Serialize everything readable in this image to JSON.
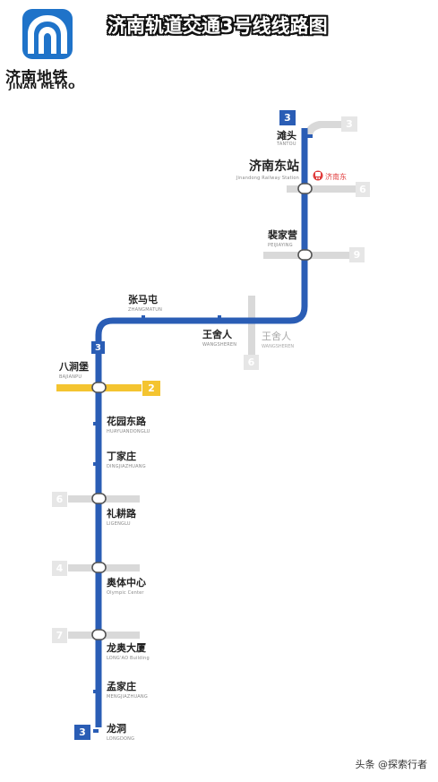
{
  "header": {
    "title": "济南轨道交通3号线线路图",
    "logo_cn": "济南地铁",
    "logo_en": "JINAN METRO"
  },
  "colors": {
    "line3": "#2a5db5",
    "line2": "#f4c430",
    "other_line": "#d9d9d9",
    "ghost_text": "#a9a9a9",
    "transfer_red": "#e03c3c"
  },
  "line3_badges": {
    "top": "3",
    "mid": "3",
    "bottom": "3"
  },
  "line2_badge": "2",
  "other_line_numbers": {
    "top": "3",
    "jinan_east": "6",
    "peijiaying": "9",
    "wangsheren": "6",
    "lijenglu": "6",
    "aoti": "4",
    "longao": "7"
  },
  "stations": [
    {
      "id": "tantou",
      "cn": "滩头",
      "en": "TANTOU"
    },
    {
      "id": "jinan-east",
      "cn": "济南东站",
      "en": "Jinandong Railway Station"
    },
    {
      "id": "peijiaying",
      "cn": "裴家营",
      "en": "PEIJIAYING"
    },
    {
      "id": "wangsheren",
      "cn": "王舍人",
      "en": "WANGSHEREN"
    },
    {
      "id": "zhangmatun",
      "cn": "张马屯",
      "en": "ZHANGMATUN"
    },
    {
      "id": "bajianpu",
      "cn": "八涧堡",
      "en": "BAJIANPU"
    },
    {
      "id": "huayuandonglu",
      "cn": "花园东路",
      "en": "HUAYUANDONGLU"
    },
    {
      "id": "dingjiazhuang",
      "cn": "丁家庄",
      "en": "DINGJIAZHUANG"
    },
    {
      "id": "lijenglu",
      "cn": "礼耕路",
      "en": "LIGENGLU"
    },
    {
      "id": "aotizhongxin",
      "cn": "奥体中心",
      "en": "Olympic Center"
    },
    {
      "id": "longaodasha",
      "cn": "龙奥大厦",
      "en": "LONG'AO Building"
    },
    {
      "id": "mengjiazhuang",
      "cn": "孟家庄",
      "en": "MENGJIAZHUANG"
    },
    {
      "id": "longdong",
      "cn": "龙洞",
      "en": "LONGDONG"
    }
  ],
  "ghost_station": {
    "cn": "王舍人",
    "en": "WANGSHEREN"
  },
  "rail_transfer_label": "济南东",
  "footer_credit": "头条 @探索行者"
}
